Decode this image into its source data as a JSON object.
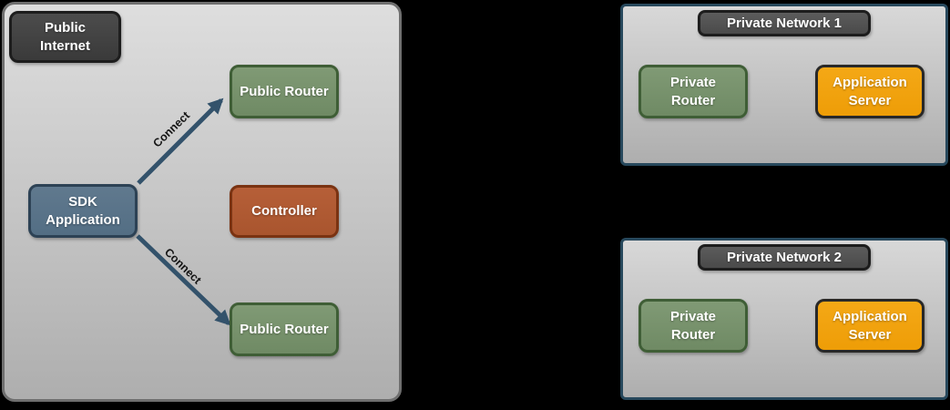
{
  "colors": {
    "background": "#000000",
    "public_zone_border": "#6f6f6f",
    "private_zone_border": "#27485c",
    "node_green": "#78936d",
    "node_blue": "#5a7489",
    "node_rust": "#b05a33",
    "node_orange": "#f2a20f",
    "badge_dark": "#424242",
    "arrow": "#33526b"
  },
  "public_internet_zone": {
    "badge": "Public Internet",
    "nodes": {
      "public_router_top": "Public Router",
      "sdk_application": "SDK Application",
      "controller": "Controller",
      "public_router_bottom": "Public Router"
    },
    "edges": [
      {
        "from": "sdk_application",
        "to": "public_router_top",
        "label": "Connect"
      },
      {
        "from": "sdk_application",
        "to": "public_router_bottom",
        "label": "Connect"
      }
    ]
  },
  "private_network_1": {
    "title": "Private Network 1",
    "nodes": {
      "private_router": "Private Router",
      "application_server": "Application Server"
    }
  },
  "private_network_2": {
    "title": "Private Network 2",
    "nodes": {
      "private_router": "Private Router",
      "application_server": "Application Server"
    }
  }
}
